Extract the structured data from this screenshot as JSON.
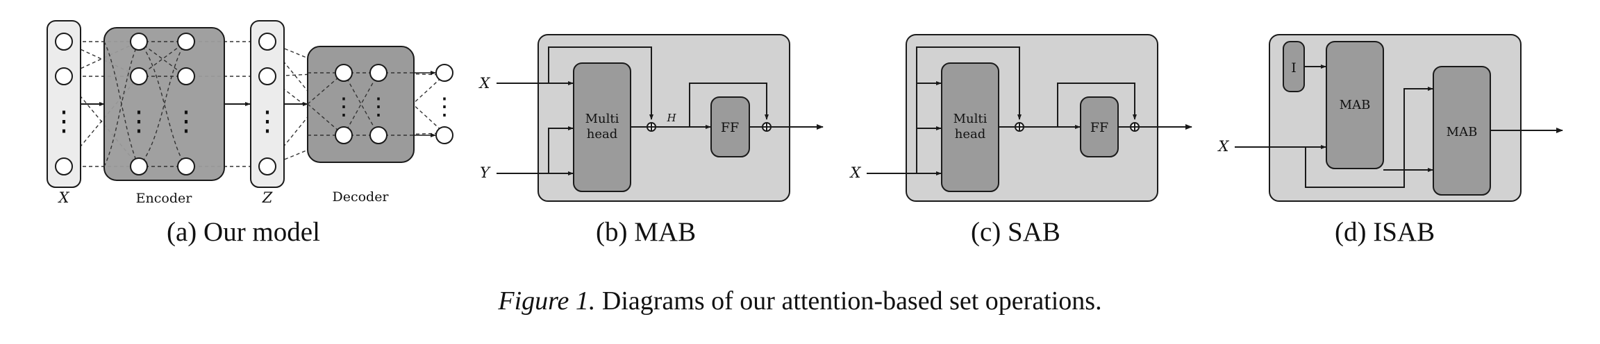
{
  "caption": {
    "lead": "Figure 1.",
    "text": "Diagrams of our attention-based set operations."
  },
  "panels": {
    "a": {
      "subcaption": "(a) Our model",
      "input_label": "X",
      "encoder_label": "Encoder",
      "latent_label": "Z",
      "decoder_label": "Decoder",
      "dots": "⋮"
    },
    "b": {
      "subcaption": "(b) MAB",
      "input_x": "X",
      "input_y": "Y",
      "multihead_line1": "Multi",
      "multihead_line2": "head",
      "h_label": "H",
      "ff_label": "FF"
    },
    "c": {
      "subcaption": "(c) SAB",
      "input_x": "X",
      "multihead_line1": "Multi",
      "multihead_line2": "head",
      "ff_label": "FF"
    },
    "d": {
      "subcaption": "(d) ISAB",
      "input_x": "X",
      "inducing_label": "I",
      "mab1_label": "MAB",
      "mab2_label": "MAB"
    }
  },
  "colors": {
    "panel_bg": "#d2d2d2",
    "block_fill": "#9b9b9b",
    "light_column": "#ececec",
    "stroke": "#1a1a1a"
  }
}
